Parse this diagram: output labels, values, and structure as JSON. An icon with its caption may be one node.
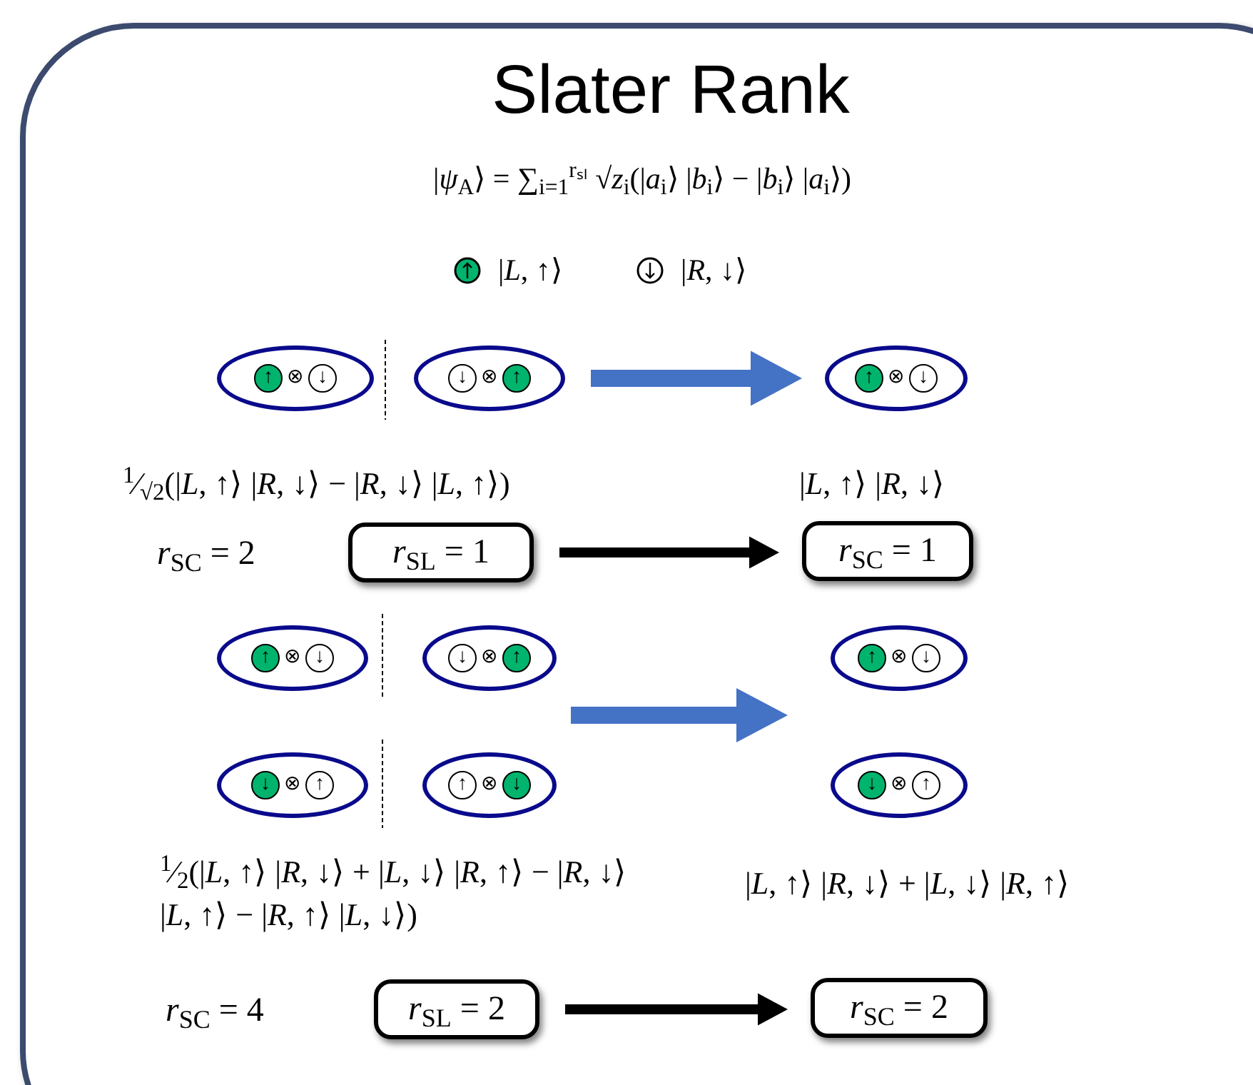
{
  "diagram": {
    "title": "Slater Rank",
    "nodes": [
      {
        "text": [
          "↑",
          "⊗",
          "↓"
        ]
      },
      {
        "text": [
          "↓",
          "⊗",
          "↑"
        ]
      },
      {
        "text": [
          "↑",
          "⊗",
          "↓"
        ]
      },
      {
        "text": [
          "*r*$_{SL}$ = 1"
        ]
      },
      {
        "text": [
          "*r*$_{SC}$ = 1"
        ]
      },
      {
        "text": [
          "↑",
          "⊗",
          "↓"
        ]
      },
      {
        "text": [
          "↓",
          "⊗",
          "↑"
        ]
      },
      {
        "text": [
          "↑",
          "⊗",
          "↓"
        ]
      },
      {
        "text": [
          "↓",
          "⊗",
          "↑"
        ]
      },
      {
        "text": [
          "↑",
          "⊗",
          "↓"
        ]
      },
      {
        "text": [
          "↓",
          "⊗",
          "↑"
        ]
      },
      {
        "text": [
          "*r*$_{SL}$ = 2"
        ]
      },
      {
        "text": [
          "*r*$_{SC}$ = 2"
        ]
      }
    ],
    "edges": [
      {
        "from": 1,
        "to": 2,
        "arrow": "to",
        "color": "#4472c4"
      },
      {
        "from": 3,
        "to": 4,
        "arrow": "to"
      },
      {
        "from": 11,
        "to": 12,
        "arrow": "to"
      }
    ],
    "labels": [
      "|*ψ*$_{A}$⟩ = ∑$_{i=1}$$^{rₛₗ}$ √*z*$_{i}$(|*a*$_{i}$⟩ |*b*$_{i}$⟩ − |*b*$_{i}$⟩ |*a*$_{i}$⟩)",
      "$^{1}$⁄$_{√2}$(|*L*, ↑⟩ |*R*, ↓⟩ − |*R*, ↓⟩ |*L*, ↑⟩)",
      "|*L*, ↑⟩ |*R*, ↓⟩",
      "*r*$_{SC}$ = 2",
      "$^{1}$⁄$_{2}$(|*L*, ↑⟩ |*R*, ↓⟩ + |*L*, ↓⟩ |*R*, ↑⟩ − |*R*, ↓⟩ |*L*, ↑⟩ − |*R*, ↑⟩ |*L*, ↓⟩)",
      "|*L*, ↑⟩ |*R*, ↓⟩ + |*L*, ↓⟩ |*R*, ↑⟩",
      "*r*$_{SC}$ = 4"
    ],
    "legend": [
      {
        "text": "|*L*, ↑⟩",
        "color": "#00b46e"
      },
      {
        "text": "|*R*, ↓⟩"
      }
    ]
  }
}
